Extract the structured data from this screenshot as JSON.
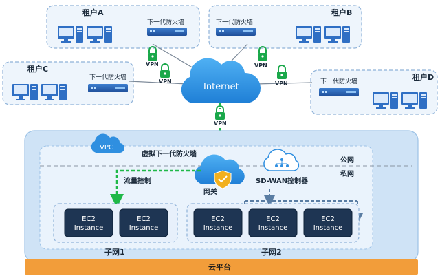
{
  "tenants": [
    {
      "name": "租户A",
      "firewall": "下一代防火墙"
    },
    {
      "name": "租户B",
      "firewall": "下一代防火墙"
    },
    {
      "name": "租户C",
      "firewall": "下一代防火墙"
    },
    {
      "name": "租户D",
      "firewall": "下一代防火墙"
    }
  ],
  "internet": "Internet",
  "vpn": "VPN",
  "vpc": "VPC",
  "virtual_firewall": "虚拟下一代防火墙",
  "public_net": "公网",
  "private_net": "私网",
  "gateway": "网关",
  "traffic_control": "流量控制",
  "sdwan": "SD-WAN控制器",
  "ec2": {
    "line1": "EC2",
    "line2": "Instance"
  },
  "subnet1": "子网1",
  "subnet2": "子网2",
  "cloud_platform": "云平台",
  "colors": {
    "accent": "#2f6fc4",
    "cloud": "#2f8fe0",
    "vpn_lock": "#1aa84a",
    "platform": "#f29d3a",
    "traffic_arrow": "#1fb848"
  }
}
